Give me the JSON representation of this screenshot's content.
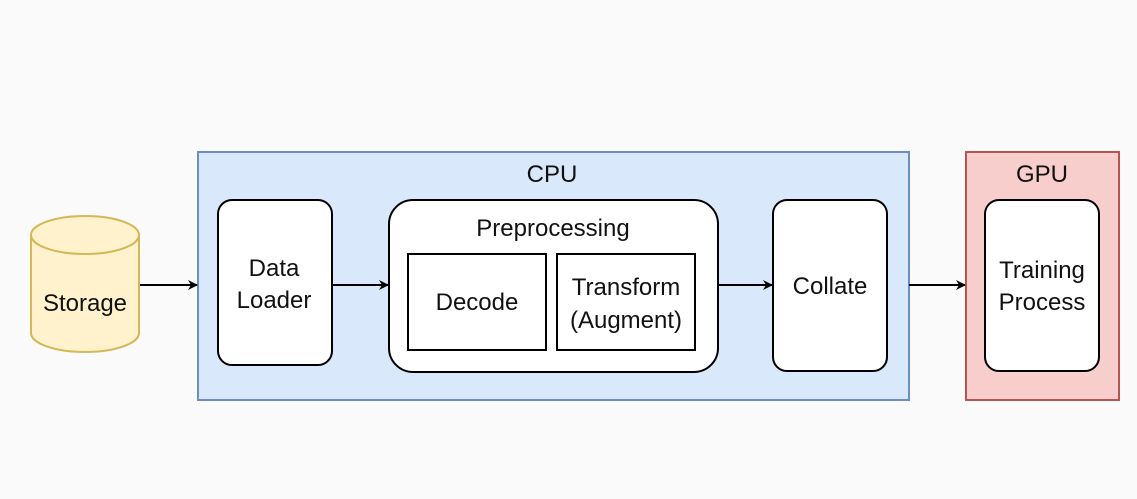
{
  "nodes": {
    "storage": {
      "label": "Storage"
    },
    "cpu": {
      "label": "CPU"
    },
    "data_loader": {
      "label_line1": "Data",
      "label_line2": "Loader"
    },
    "preprocessing": {
      "label": "Preprocessing"
    },
    "decode": {
      "label": "Decode"
    },
    "transform": {
      "label_line1": "Transform",
      "label_line2": "(Augment)"
    },
    "collate": {
      "label": "Collate"
    },
    "gpu": {
      "label": "GPU"
    },
    "training_process": {
      "label_line1": "Training",
      "label_line2": "Process"
    }
  },
  "colors": {
    "cpu_fill": "#dae8fc",
    "cpu_stroke": "#6c8ebf",
    "gpu_fill": "#f8cecc",
    "gpu_stroke": "#b85450",
    "storage_fill": "#fff2cc",
    "storage_stroke": "#d6b656"
  }
}
